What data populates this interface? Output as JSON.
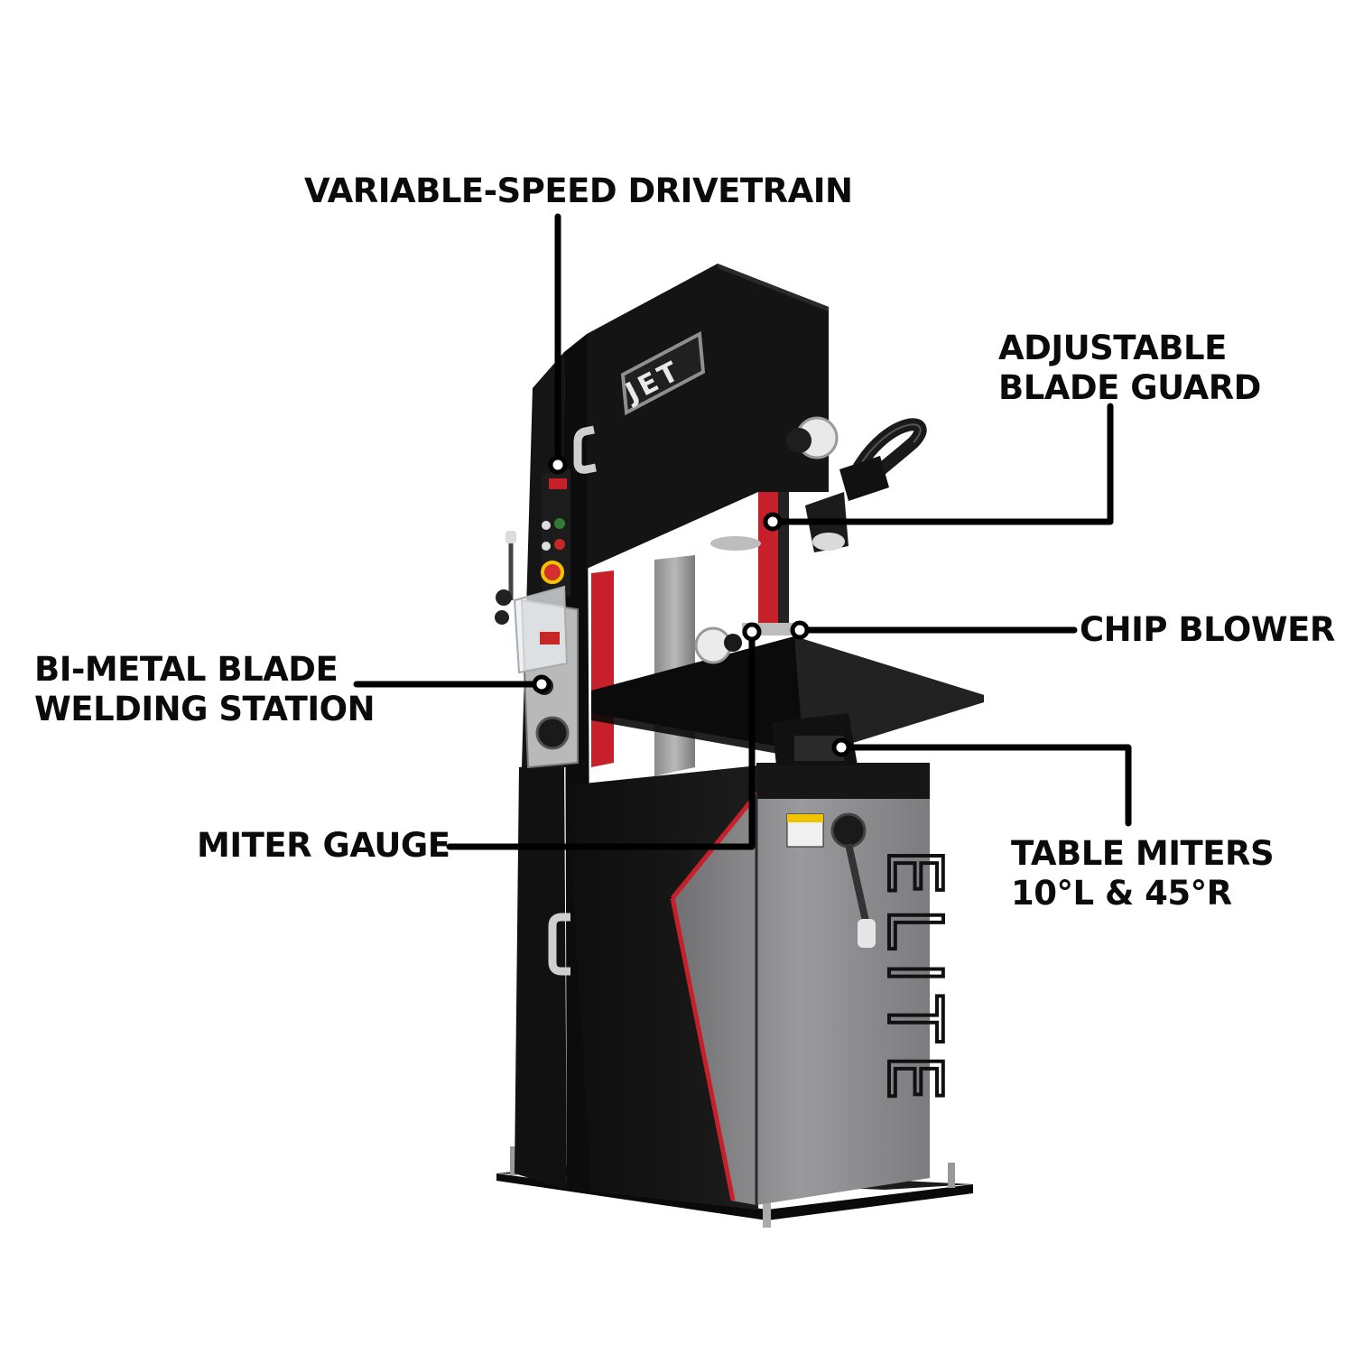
{
  "brand": {
    "logo_text": "JET",
    "cabinet_text": "ELITE"
  },
  "callouts": {
    "drivetrain": "VARIABLE-SPEED DRIVETRAIN",
    "blade_guard_line1": "ADJUSTABLE",
    "blade_guard_line2": "BLADE GUARD",
    "chip_blower": "CHIP BLOWER",
    "welding_line1": "BI-METAL BLADE",
    "welding_line2": "WELDING STATION",
    "miter_gauge": "MITER GAUGE",
    "table_line1": "TABLE MITERS",
    "table_line2": "10°L & 45°R"
  },
  "colors": {
    "machine_black": "#141414",
    "accent_red": "#c8202a",
    "cabinet_gray": "#8c8c8e",
    "leader_line": "#000000"
  }
}
